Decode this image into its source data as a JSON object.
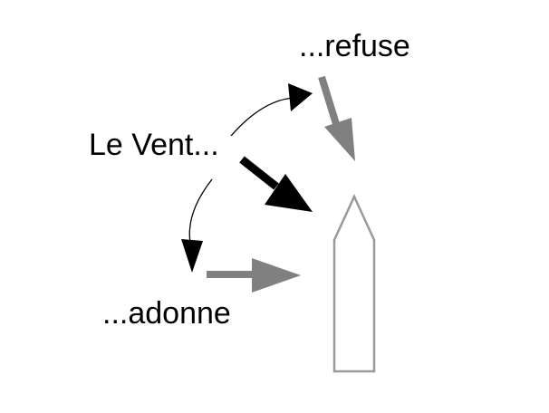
{
  "labels": {
    "wind": "Le Vent...",
    "refuse": "...refuse",
    "adonne": "...adonne"
  },
  "icons": {
    "boat": "boat-hull-icon",
    "wind_arrow": "wind-direction-arrow-icon",
    "refuse_arrow": "refuse-wind-arrow-icon",
    "adonne_arrow": "adonne-wind-arrow-icon"
  },
  "colors": {
    "wind_arrow": "#000000",
    "shifted_arrows": "#808080",
    "boat_outline": "#999999",
    "curve": "#000000",
    "text": "#000000"
  }
}
